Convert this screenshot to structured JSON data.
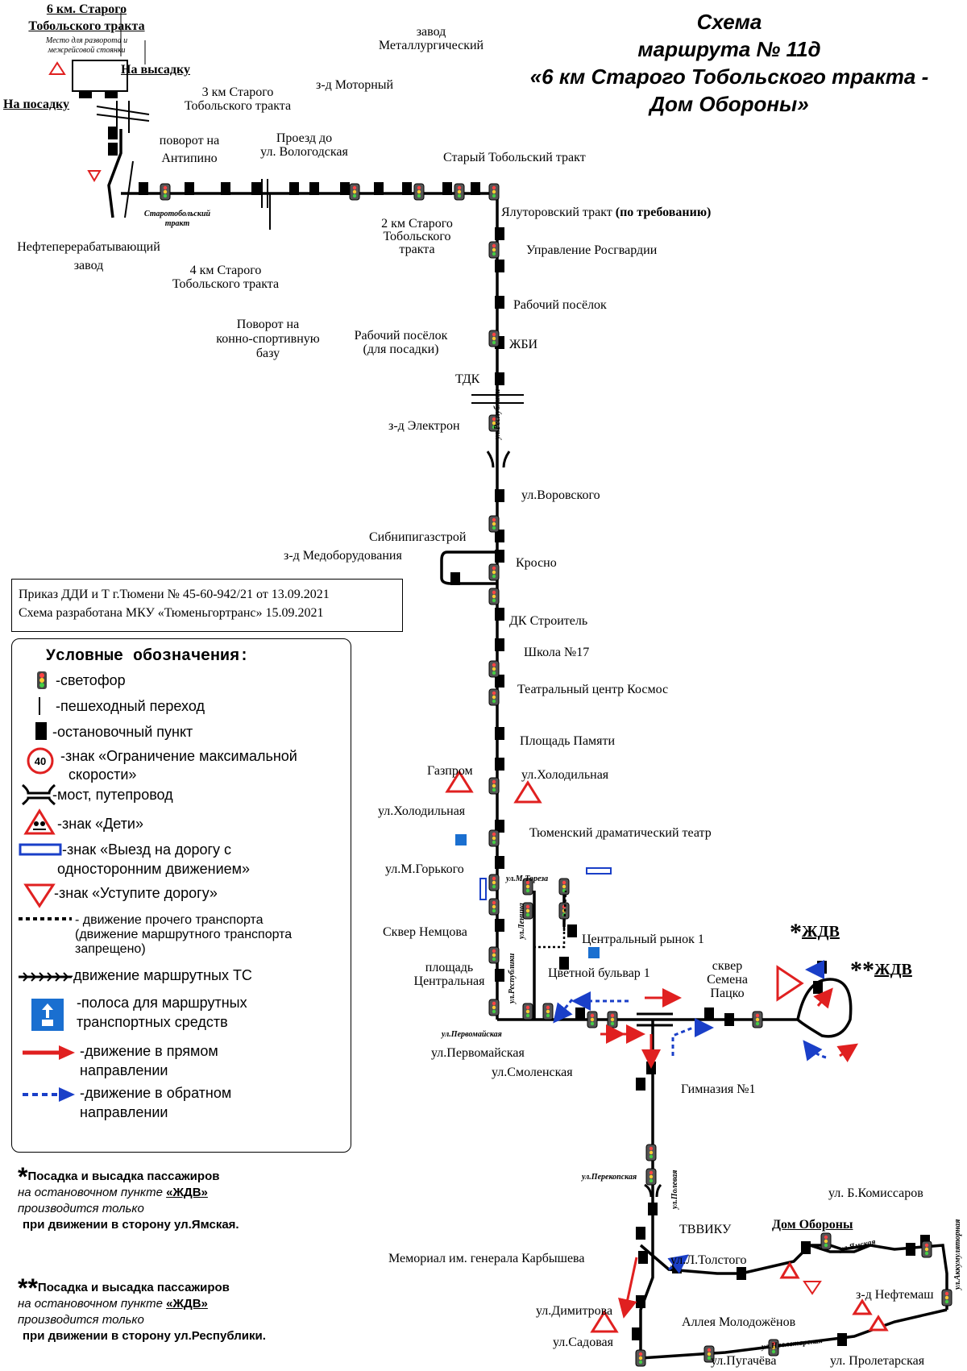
{
  "title": {
    "line1": "Схема",
    "line2": "маршрута № 11д",
    "line3": "«6 км Старого Тобольского тракта  -",
    "line4": "Дом Обороны»"
  },
  "top_left": {
    "start_line1": "6 км. Старого",
    "start_line2": "Тобольского тракта",
    "turnaround_note_line1": "Место для разворота и",
    "turnaround_note_line2": "межрейсовой стоянки",
    "boarding": "На посадку",
    "alighting": "На высадку"
  },
  "stops": {
    "antipino_line1": "поворот на",
    "antipino_line2": "Антипино",
    "km3_line1": "3 км Старого",
    "km3_line2": "Тобольского тракта",
    "vologodskaya_line1": "Проезд до",
    "vologodskaya_line2": "ул. Вологодская",
    "motorny": "з-д Моторный",
    "metal_line1": "завод",
    "metal_line2": "Металлургический",
    "old_tobolsk": "Старый Тобольский тракт",
    "yalutorovsky": "Ялуторовский тракт",
    "yalutorovsky_note": "(по требованию)",
    "refinery_line1": "Нефтеперерабатывающий",
    "refinery_line2": "завод",
    "km4_line1": "4 км Старого",
    "km4_line2": "Тобольского тракта",
    "km2_line1": "2 км Старого",
    "km2_line2": "Тобольского",
    "km2_line3": "тракта",
    "horse_line1": "Поворот на",
    "horse_line2": "конно-спортивную",
    "horse_line3": "базу",
    "rosgvardia": "Управление Росгвардии",
    "workers": "Рабочий посёлок",
    "workers_board_line1": "Рабочий посёлок",
    "workers_board_line2": "(для посадки)",
    "zhbi": "ЖБИ",
    "tdk": "ТДК",
    "elektron": "з-д Электрон",
    "vorovskogo": "ул.Воровского",
    "sibnipi": "Сибнипигазстрой",
    "medobor": "з-д Медоборудования",
    "krosno": "Кросно",
    "dk": "ДК Строитель",
    "school17": "Школа №17",
    "kosmos": "Театральный центр Космос",
    "pamyati": "Площадь Памяти",
    "gazprom": "Газпром",
    "kholodilnaya_r": "ул.Холодильная",
    "kholodilnaya_l": "ул.Холодильная",
    "drama": "Тюменский драматический театр",
    "gorkogo": "ул.М.Горького",
    "nemtsova": "Сквер Немцова",
    "central_line1": "площадь",
    "central_line2": "Центральная",
    "market": "Центральный рынок 1",
    "tsvetnoy": "Цветной бульвар 1",
    "patso_line1": "сквер",
    "patso_line2": "Семена",
    "patso_line3": "Пацко",
    "zhdv1": "ЖДВ",
    "zhdv2": "ЖДВ",
    "pervomayskaya": "ул.Первомайская",
    "smolenskaya": "ул.Смоленская",
    "gymnasium": "Гимназия №1",
    "tvviku": "ТВВИКУ",
    "karbyshev": "Мемориал им. генерала Карбышева",
    "tolstogo": "ул.Л.Толстого",
    "dimitrova": "ул.Димитрова",
    "sadovaya": "ул.Садовая",
    "alley": "Аллея Молодожёнов",
    "pugacheva": "ул.Пугачёва",
    "proletarskaya": "ул. Пролетарская",
    "neftemash": "з-д Нефтемаш",
    "komissarov": "ул. Б.Комиссаров",
    "dom_oborony": "Дом Обороны"
  },
  "streets": {
    "starotobolsky_line1": "Старотобольский",
    "starotobolsky_line2": "тракт",
    "respubliki1": "ул.Республики",
    "respubliki2": "ул.Республики",
    "tereza": "ул.М.Тореза",
    "lenina": "ул.Ленина",
    "pervomayskaya": "ул.Первомайская",
    "perekopskaya": "ул.Перекопская",
    "polevaya": "ул.Полевая",
    "yamskaya": "ул.Ямская",
    "proletarskaya": "ул.Пролетарская",
    "akkumulyatornaya": "ул.Аккумуляторная"
  },
  "order": {
    "line1": "Приказ ДДИ и Т г.Тюмени № 45-60-942/21 от 13.09.2021",
    "line2": "Схема разработана МКУ «Тюменьгортранс» 15.09.2021"
  },
  "legend": {
    "title": "Условные обозначения:",
    "traffic_light": "-светофор",
    "crosswalk": "-пешеходный переход",
    "stop": "-остановочный пункт",
    "speed_sign_line1": "-знак «Ограничение максимальной",
    "speed_sign_line2": "скорости»",
    "speed_value": "40",
    "bridge": "-мост, путепровод",
    "children": "-знак «Дети»",
    "oneway_line1": "-знак «Выезд на дорогу с",
    "oneway_line2": "односторонним движением»",
    "yield": "-знак «Уступите дорогу»",
    "other_traffic_line1": "- движение прочего транспорта",
    "other_traffic_line2": "(движение маршрутного транспорта",
    "other_traffic_line3": "запрещено)",
    "route_traffic": "-движение маршрутных ТС",
    "bus_lane_line1": "-полоса для маршрутных",
    "bus_lane_line2": "транспортных средств",
    "forward_line1": "-движение в прямом",
    "forward_line2": "направлении",
    "backward_line1": "-движение в обратном",
    "backward_line2": "направлении"
  },
  "notes": {
    "note1_star": "*",
    "note1_line1": "Посадка и высадка пассажиров",
    "note1_line2_a": "на остановочном пункте ",
    "note1_line2_b": "«ЖДВ»",
    "note1_line3": "производится только",
    "note1_line4": "при движении в сторону ул.Ямская.",
    "note2_star": "**",
    "note2_line1": "Посадка и высадка пассажиров",
    "note2_line2_a": "на остановочном пункте ",
    "note2_line2_b": "«ЖДВ»",
    "note2_line3": "производится только",
    "note2_line4": "при движении в сторону ул.Республики."
  },
  "map_symbols": {
    "zhdv1_star": "*",
    "zhdv2_star": "**"
  },
  "colors": {
    "forward": "#e02020",
    "backward": "#1a3fc8",
    "sign_red": "#e02020",
    "bus_lane": "#1a6fd0"
  }
}
